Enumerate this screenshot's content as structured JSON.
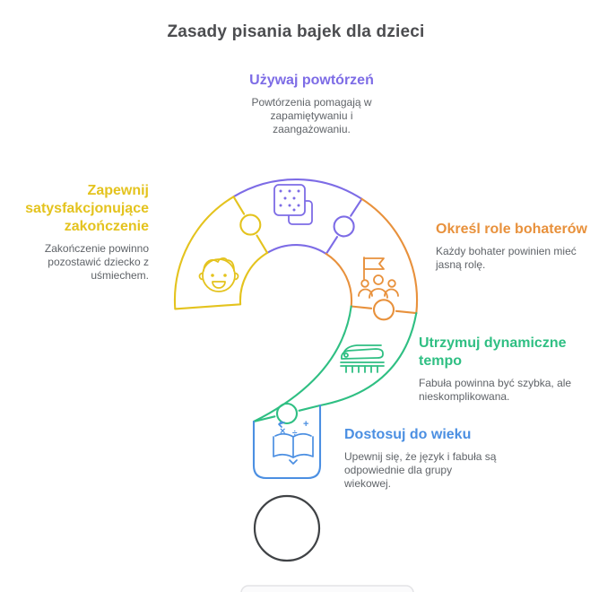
{
  "page": {
    "title": "Zasady pisania bajek dla dzieci",
    "title_color": "#4c4d50",
    "body_text_color": "#5f6368",
    "background_color": "#ffffff",
    "dot_outline_color": "#3f4245"
  },
  "sections": [
    {
      "heading": "Używaj powtórzeń",
      "description": "Powtórzenia pomagają w\nzapamiętywaniu i\nzaangażowaniu.",
      "color": "#7d6ce6",
      "icon": "overlapping-tiles-icon"
    },
    {
      "heading": "Zapewnij\nsatysfakcjonujące\nzakończenie",
      "description": "Zakończenie powinno\npozostawić dziecko z\nuśmiechem.",
      "color": "#e4c31e",
      "icon": "smiling-child-icon"
    },
    {
      "heading": "Określ role bohaterów",
      "description": "Każdy bohater powinien mieć\njasną rolę.",
      "color": "#e8913c",
      "icon": "team-flag-icon"
    },
    {
      "heading": "Utrzymuj dynamiczne\ntempo",
      "description": "Fabuła powinna być szybka, ale\nnieskomplikowana.",
      "color": "#2fbf83",
      "icon": "express-train-icon"
    },
    {
      "heading": "Dostosuj do wieku",
      "description": "Upewnij się, że język i fabuła są\nodpowiednie dla grupy\nwiekowej.",
      "color": "#4b8fe2",
      "icon": "open-book-math-icon"
    }
  ],
  "icon_symbols": {
    "multiply": "×",
    "divide": "÷",
    "plus": "+"
  }
}
